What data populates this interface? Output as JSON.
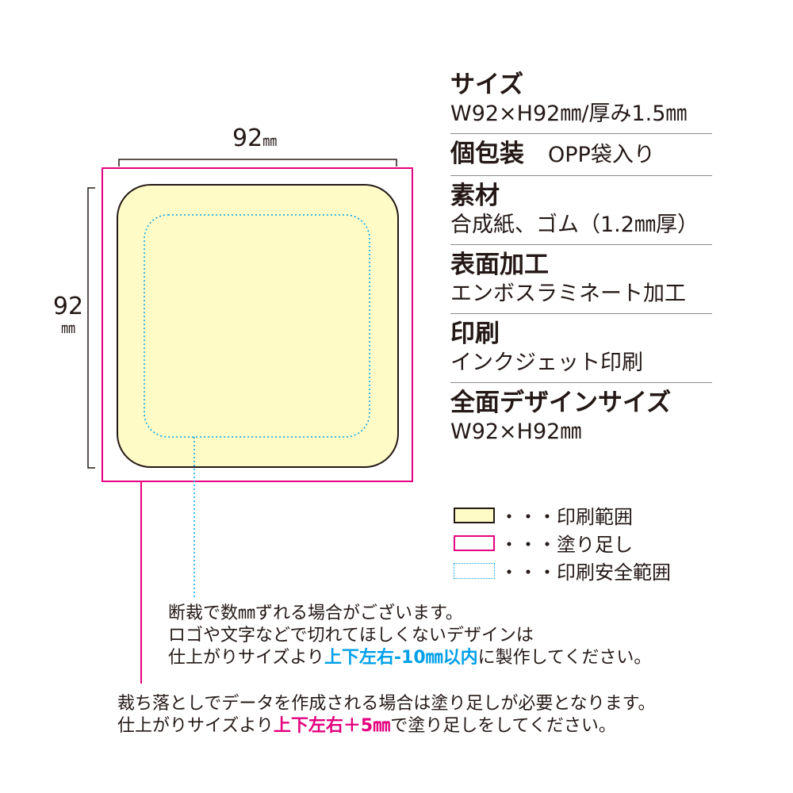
{
  "dimensions": {
    "width_value": "92",
    "width_unit": "㎜",
    "height_value": "92",
    "height_unit": "㎜"
  },
  "specs": [
    {
      "title": "サイズ",
      "value": "W92×H92㎜/厚み1.5㎜"
    },
    {
      "title": "個包装",
      "value": "OPP袋入り"
    },
    {
      "title": "素材",
      "value": "合成紙、ゴム（1.2㎜厚）"
    },
    {
      "title": "表面加工",
      "value": "エンボスラミネート加工"
    },
    {
      "title": "印刷",
      "value": "インクジェット印刷"
    },
    {
      "title": "全面デザインサイズ",
      "value": "W92×H92㎜"
    }
  ],
  "legend": [
    {
      "label": "・・・印刷範囲"
    },
    {
      "label": "・・・塗り足し"
    },
    {
      "label": "・・・印刷安全範囲"
    }
  ],
  "safe_note": {
    "line1": "断裁で数㎜ずれる場合がございます。",
    "line2": "ロゴや文字などで切れてほしくないデザインは",
    "line3_pre": "仕上がりサイズより",
    "line3_highlight": "上下左右-10㎜以内",
    "line3_post": "に製作してください。"
  },
  "bleed_note": {
    "line1": "裁ち落としでデータを作成される場合は塗り足しが必要となります。",
    "line2_pre": "仕上がりサイズより",
    "line2_highlight": "上下左右＋5㎜",
    "line2_post": "で塗り足しをしてください。"
  },
  "colors": {
    "print_fill": "#fffbc7",
    "outline": "#231815",
    "bleed": "#e4007f",
    "safe": "#00a0e9",
    "divider": "#8a8a8a"
  }
}
